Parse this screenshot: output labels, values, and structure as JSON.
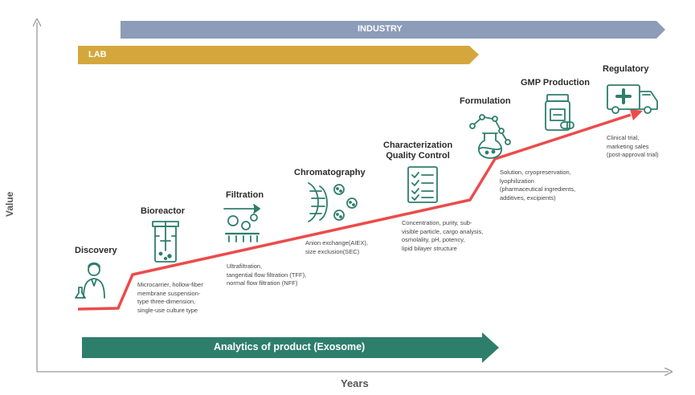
{
  "axes": {
    "y_label": "Value",
    "x_label": "Years"
  },
  "bands": {
    "industry": {
      "label": "INDUSTRY",
      "color": "#8c9cb9"
    },
    "lab": {
      "label": "LAB",
      "color": "#d4a73d"
    },
    "analytics": {
      "label": "Analytics of product (Exosome)",
      "color": "#2e7e6c"
    }
  },
  "colors": {
    "icon": "#2e7e6c",
    "trend_line": "#ec4b4b",
    "axis": "#9a9a9a"
  },
  "stages": [
    {
      "title": "Discovery",
      "description": "",
      "icon": "scientist-icon"
    },
    {
      "title": "Bioreactor",
      "description": "Microcarrier, hollow-fiber\nmembrane suspension-\ntype three-dimension,\nsingle-use culture type",
      "icon": "bioreactor-icon"
    },
    {
      "title": "Filtration",
      "description": "Ultrafiltration,\ntangential flow filtration (TFF),\nnormal flow filtration (NFF)",
      "icon": "filter-icon"
    },
    {
      "title": "Chromatography",
      "description": "Anion exchange(AIEX),\nsize exclusion(SEC)",
      "icon": "chromatography-icon"
    },
    {
      "title": "Characterization\nQuality Control",
      "description": "Concentration, purity, sub-\nvisible particle, cargo analysis,\nosmolality, pH, potency,\nlipid bilayer structure",
      "icon": "checklist-icon"
    },
    {
      "title": "Formulation",
      "description": "Solution, cryopreservation,\nlyophilization\n(pharmaceutical ingredients,\nadditives, excipients)",
      "icon": "flask-molecule-icon"
    },
    {
      "title": "GMP Production",
      "description": "",
      "icon": "medicine-bottle-icon"
    },
    {
      "title": "Regulatory",
      "description": "Clinical trial,\nmarketing sales\n(post-approval trial)",
      "icon": "ambulance-icon"
    }
  ]
}
